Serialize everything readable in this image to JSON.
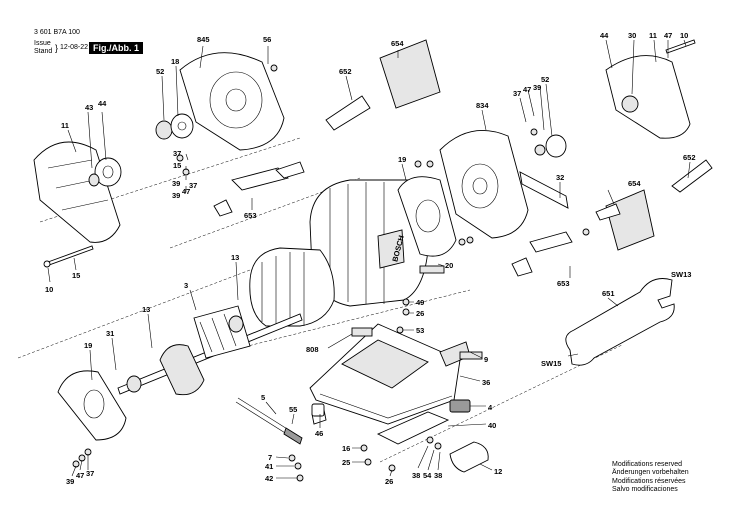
{
  "header": {
    "doc_number": "3 601 B7A 100",
    "issue_label": "Issue",
    "stand_label": "Stand",
    "issue_date": "12-08-22",
    "figure_label": "Fig./Abb. 1"
  },
  "brand_text": "BOSCH",
  "wrench_labels": {
    "top": "SW13",
    "bottom": "SW15"
  },
  "modifications_notice": [
    "Modifications reserved",
    "Änderungen vorbehalten",
    "Modifications réservées",
    "Salvo modificaciones"
  ],
  "part_labels": [
    "845",
    "56",
    "52",
    "18",
    "43",
    "44",
    "11",
    "37",
    "15",
    "39",
    "47",
    "37",
    "39",
    "653",
    "10",
    "15",
    "654",
    "652",
    "834",
    "37",
    "47",
    "39",
    "52",
    "19",
    "20",
    "32",
    "654",
    "653",
    "44",
    "30",
    "11",
    "47",
    "10",
    "652",
    "13",
    "3",
    "13",
    "31",
    "19",
    "49",
    "26",
    "53",
    "808",
    "9",
    "36",
    "4",
    "40",
    "651",
    "5",
    "55",
    "46",
    "7",
    "41",
    "42",
    "16",
    "25",
    "26",
    "38",
    "54",
    "38",
    "12",
    "39",
    "47",
    "37"
  ]
}
